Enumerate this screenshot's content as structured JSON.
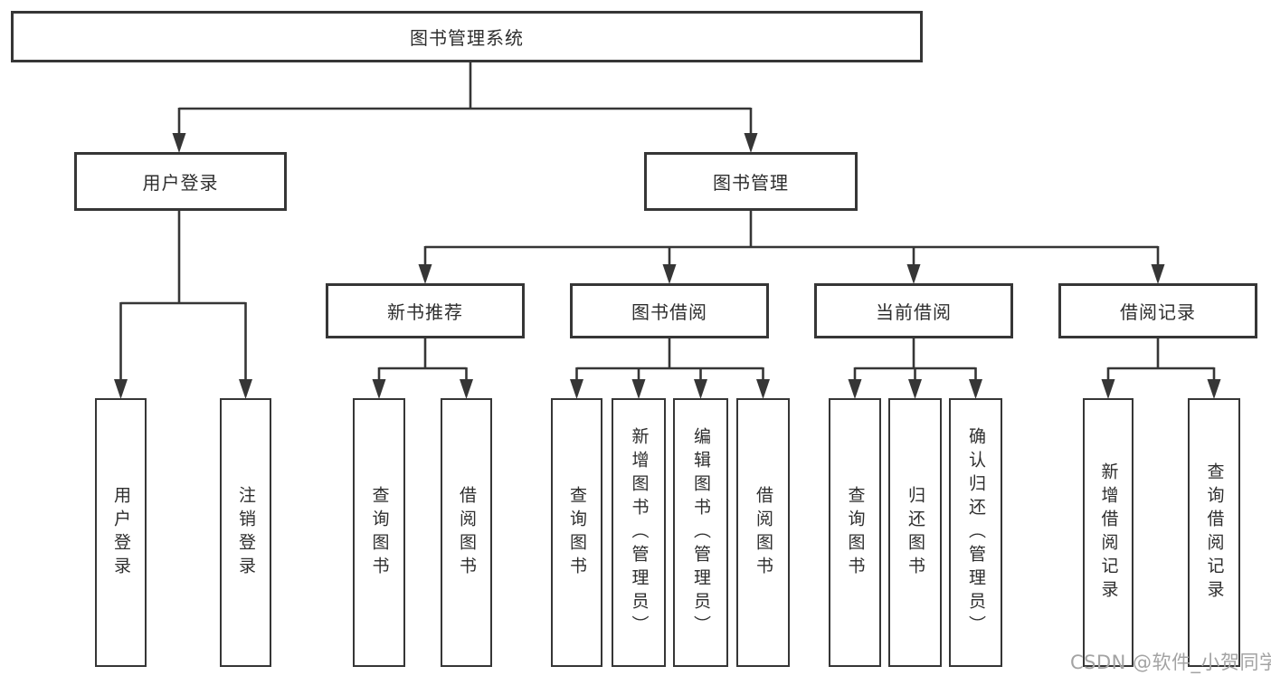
{
  "diagram": {
    "root": {
      "label": "图书管理系统"
    },
    "branches": [
      {
        "label": "用户登录",
        "children": [
          {
            "label": "用户登录"
          },
          {
            "label": "注销登录"
          }
        ]
      },
      {
        "label": "图书管理",
        "children": [
          {
            "label": "新书推荐",
            "children": [
              {
                "label": "查询图书"
              },
              {
                "label": "借阅图书"
              }
            ]
          },
          {
            "label": "图书借阅",
            "children": [
              {
                "label": "查询图书"
              },
              {
                "label": "新增图书（管理员）"
              },
              {
                "label": "编辑图书（管理员）"
              },
              {
                "label": "借阅图书"
              }
            ]
          },
          {
            "label": "当前借阅",
            "children": [
              {
                "label": "查询图书"
              },
              {
                "label": "归还图书"
              },
              {
                "label": "确认归还（管理员）"
              }
            ]
          },
          {
            "label": "借阅记录",
            "children": [
              {
                "label": "新增借阅记录"
              },
              {
                "label": "查询借阅记录"
              }
            ]
          }
        ]
      }
    ],
    "watermark": "CSDN @软件_小贺同学",
    "colors": {
      "line": "#363636",
      "text": "#2e2e2e",
      "watermark": "#a3a3a3",
      "background": "#ffffff"
    }
  }
}
